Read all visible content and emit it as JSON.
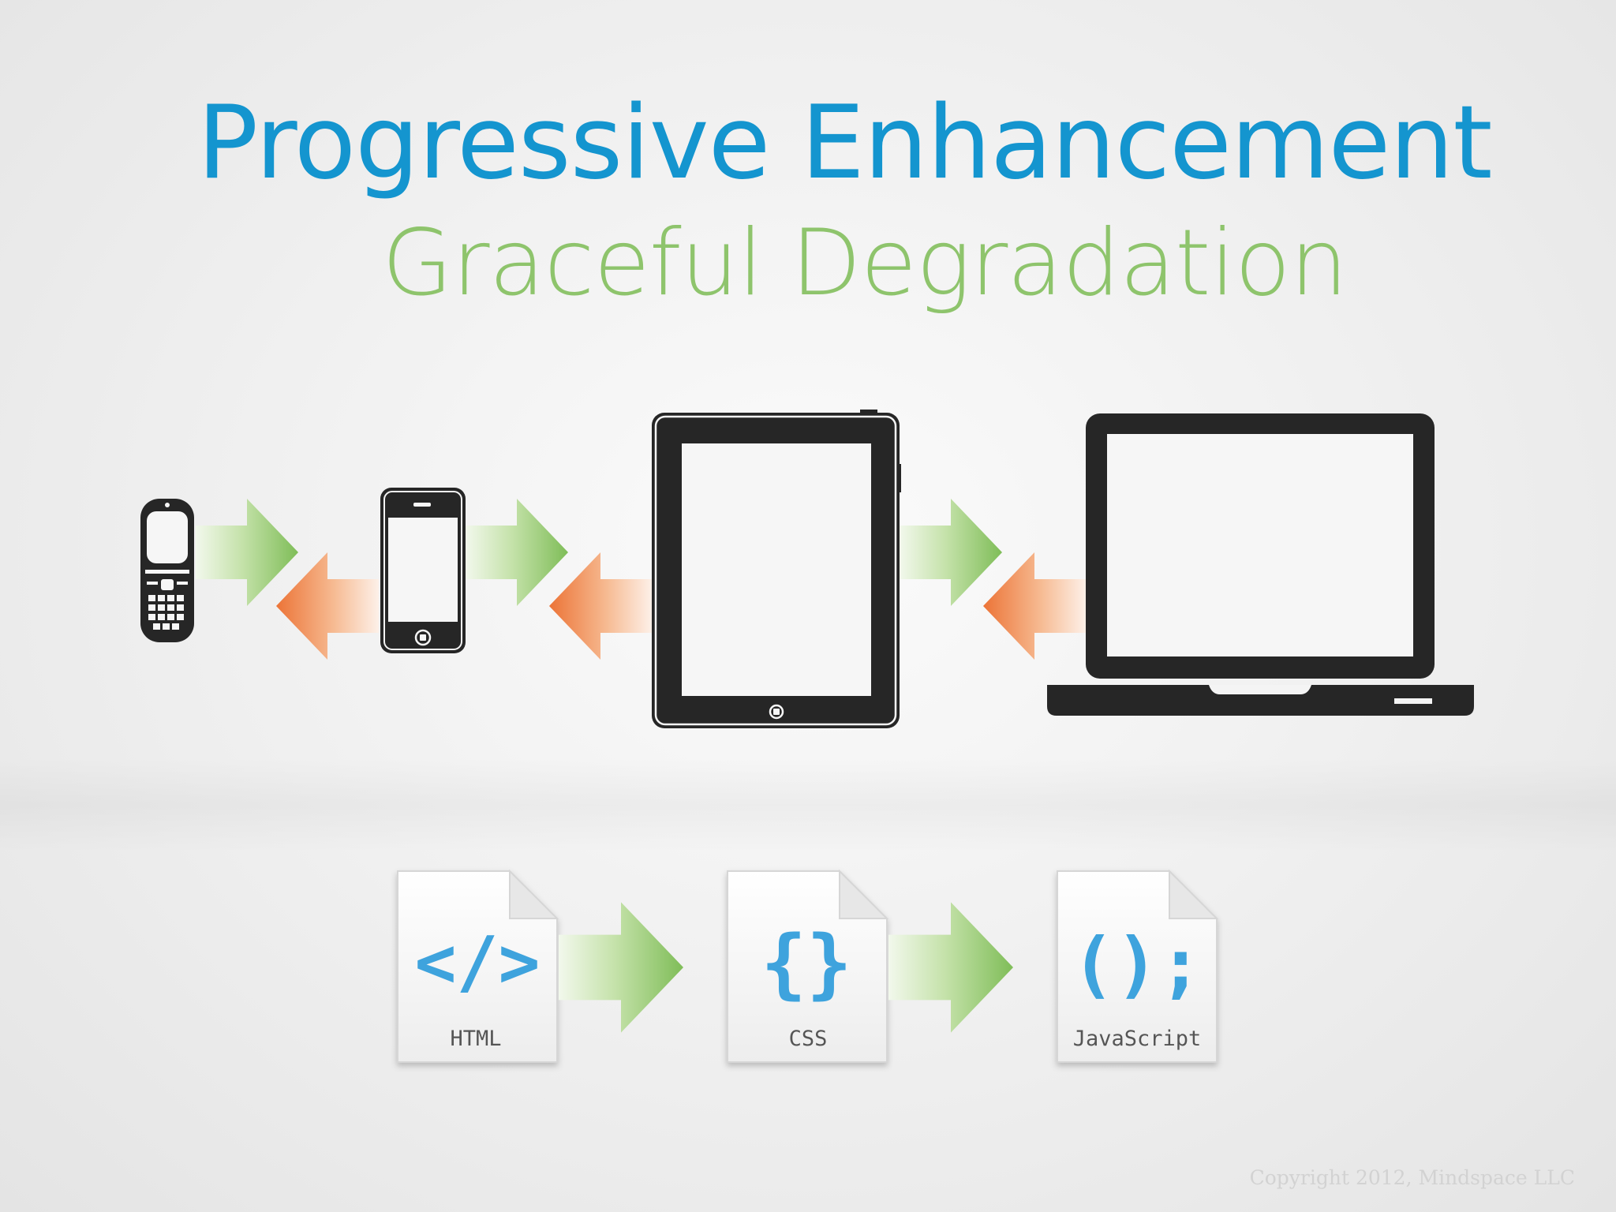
{
  "slide": {
    "title": "Progressive Enhancement",
    "subtitle": "Graceful Degradation",
    "copyright": "Copyright 2012, Mindspace LLC"
  },
  "devices": [
    "feature-phone",
    "smartphone",
    "tablet",
    "laptop"
  ],
  "files": {
    "html": {
      "glyph": "</>",
      "label": "HTML"
    },
    "css": {
      "glyph": "{}",
      "label": "CSS"
    },
    "js": {
      "glyph": "();",
      "label": "JavaScript"
    }
  },
  "colors": {
    "title": "#1495cf",
    "subtitle": "#8ec46c",
    "enhance_arrow": "#8cc466",
    "degrade_arrow": "#ee7d3f",
    "device": "#262626",
    "file_glyph": "#3ea3dd"
  }
}
